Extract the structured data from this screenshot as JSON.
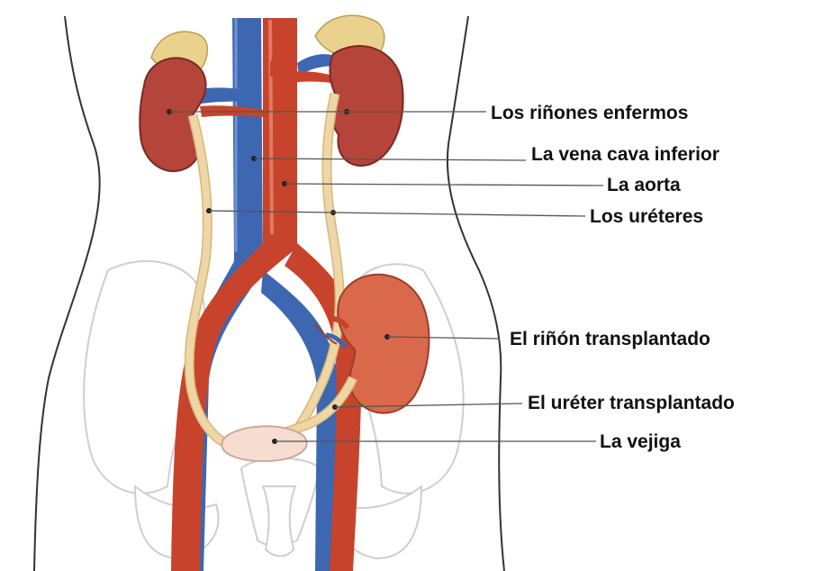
{
  "diagram": {
    "labels": {
      "diseased_kidneys": "Los riñones enfermos",
      "inferior_vena_cava": "La vena cava inferior",
      "aorta": "La aorta",
      "ureters": "Los uréteres",
      "transplanted_kidney": "El riñón transplantado",
      "transplanted_ureter": "El uréter transplantado",
      "bladder": "La vejiga"
    },
    "colors": {
      "artery": "#c8432b",
      "vein": "#3d67b0",
      "kidney": "#b5443a",
      "transplant_kidney": "#d9694a",
      "ureter": "#efd6a6",
      "adrenal": "#ead28e",
      "bladder": "#f6ddd2"
    }
  }
}
